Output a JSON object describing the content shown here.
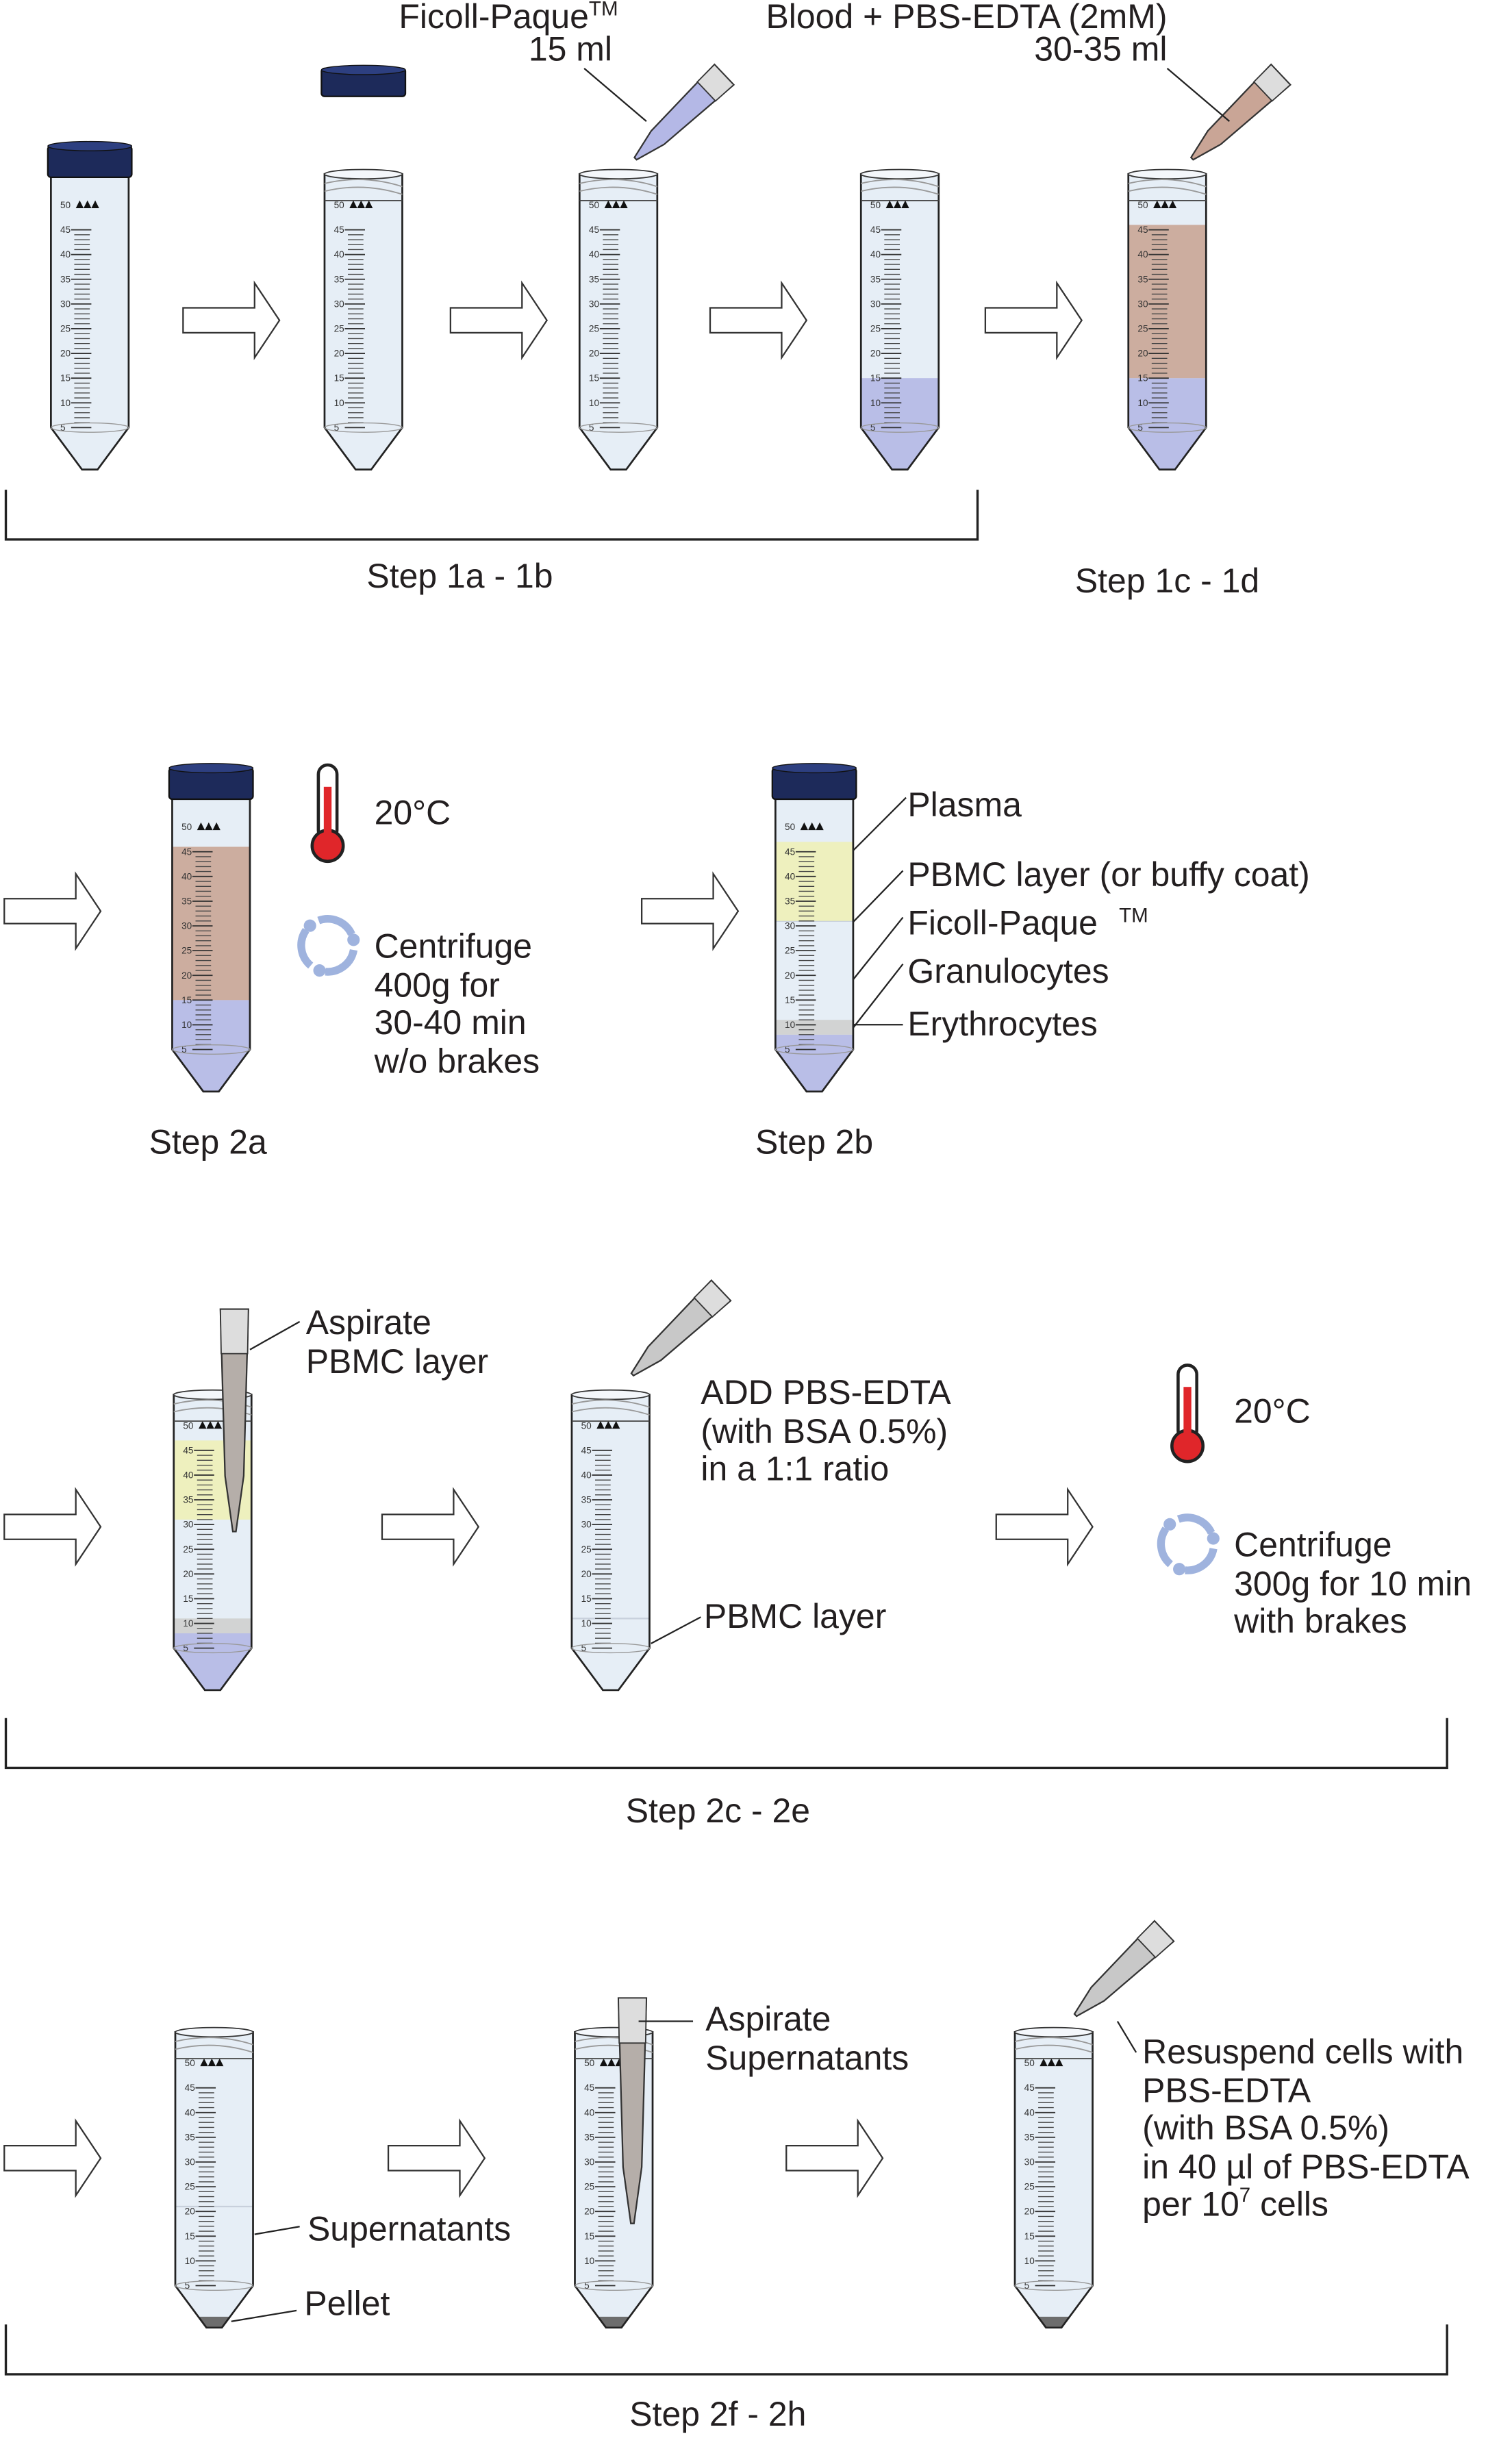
{
  "colors": {
    "ficoll": "#b4b8e6",
    "blood": "#c9a596",
    "plasma": "#eef0b8",
    "granulocytes": "#cfcfcf",
    "pellet": "#6d6d6d",
    "cap": "#1d2a5a",
    "tube": "#e6eef6",
    "thermo": "#e0262a",
    "recycle": "#9fb3de"
  },
  "row1": {
    "ficoll_label": "Ficoll-Paque",
    "ficoll_tm": "TM",
    "ficoll_volume": "15 ml",
    "blood_label": "Blood + PBS-EDTA (2mM)",
    "blood_volume": "30-35 ml",
    "step_a": "Step 1a - 1b",
    "step_b": "Step 1c - 1d"
  },
  "row2": {
    "temp": "20°C",
    "centrifuge": [
      "Centrifuge",
      "400g for",
      "30-40 min",
      "w/o brakes"
    ],
    "step_a": "Step 2a",
    "step_b": "Step 2b",
    "layers": [
      "Plasma",
      "PBMC layer (or buffy coat)",
      "Ficoll-Paque",
      "Granulocytes",
      "Erythrocytes"
    ],
    "layer_tm": "TM"
  },
  "row3": {
    "aspirate": [
      "Aspirate",
      "PBMC layer"
    ],
    "add": [
      "ADD PBS-EDTA",
      "(with BSA 0.5%)",
      "in a 1:1 ratio"
    ],
    "pbmc": "PBMC layer",
    "temp": "20°C",
    "centrifuge": [
      "Centrifuge",
      "300g for 10 min",
      "with brakes"
    ],
    "step": "Step 2c - 2e"
  },
  "row4": {
    "supernatants": "Supernatants",
    "pellet": "Pellet",
    "aspirate": [
      "Aspirate",
      "Supernatants"
    ],
    "resuspend": [
      "Resuspend cells with",
      "PBS-EDTA",
      "(with BSA 0.5%)",
      "in 40 µl of PBS-EDTA"
    ],
    "per": "per 10",
    "per_exp": "7",
    "per_end": " cells",
    "step": "Step 2f - 2h"
  },
  "graduations": [
    "50",
    "45",
    "40",
    "35",
    "30",
    "25",
    "20",
    "15",
    "10",
    "5"
  ],
  "tubes": [
    {
      "row": 1,
      "cap": true,
      "layers": []
    },
    {
      "row": 1,
      "cap": false,
      "layers": []
    },
    {
      "row": 1,
      "cap": false,
      "layers": []
    },
    {
      "row": 1,
      "cap": false,
      "layers": [
        {
          "from": 0,
          "to": 15,
          "c": "ficoll"
        }
      ]
    },
    {
      "row": 1,
      "cap": false,
      "layers": [
        {
          "from": 0,
          "to": 15,
          "c": "ficoll"
        },
        {
          "from": 15,
          "to": 46,
          "c": "blood"
        }
      ]
    },
    {
      "row": 2,
      "cap": true,
      "layers": [
        {
          "from": 0,
          "to": 15,
          "c": "ficoll"
        },
        {
          "from": 15,
          "to": 46,
          "c": "blood"
        }
      ]
    },
    {
      "row": 2,
      "cap": true,
      "layers": [
        {
          "from": 0,
          "to": 8,
          "c": "ficoll"
        },
        {
          "from": 8,
          "to": 11,
          "c": "granulocytes"
        },
        {
          "from": 29,
          "to": 31,
          "c": "tube"
        },
        {
          "from": 31,
          "to": 47,
          "c": "plasma"
        }
      ]
    },
    {
      "row": 3,
      "cap": false,
      "layers": [
        {
          "from": 0,
          "to": 8,
          "c": "ficoll"
        },
        {
          "from": 8,
          "to": 11,
          "c": "granulocytes"
        },
        {
          "from": 31,
          "to": 47,
          "c": "plasma"
        }
      ]
    },
    {
      "row": 3,
      "cap": false,
      "layers": [
        {
          "from": 9,
          "to": 11,
          "c": "tube"
        }
      ]
    },
    {
      "row": 4,
      "cap": false,
      "layers": [
        {
          "from": 19,
          "to": 21,
          "c": "tube"
        }
      ],
      "pellet": true
    },
    {
      "row": 4,
      "cap": false,
      "layers": [],
      "pellet": true
    },
    {
      "row": 4,
      "cap": false,
      "layers": [],
      "pellet": true
    }
  ]
}
